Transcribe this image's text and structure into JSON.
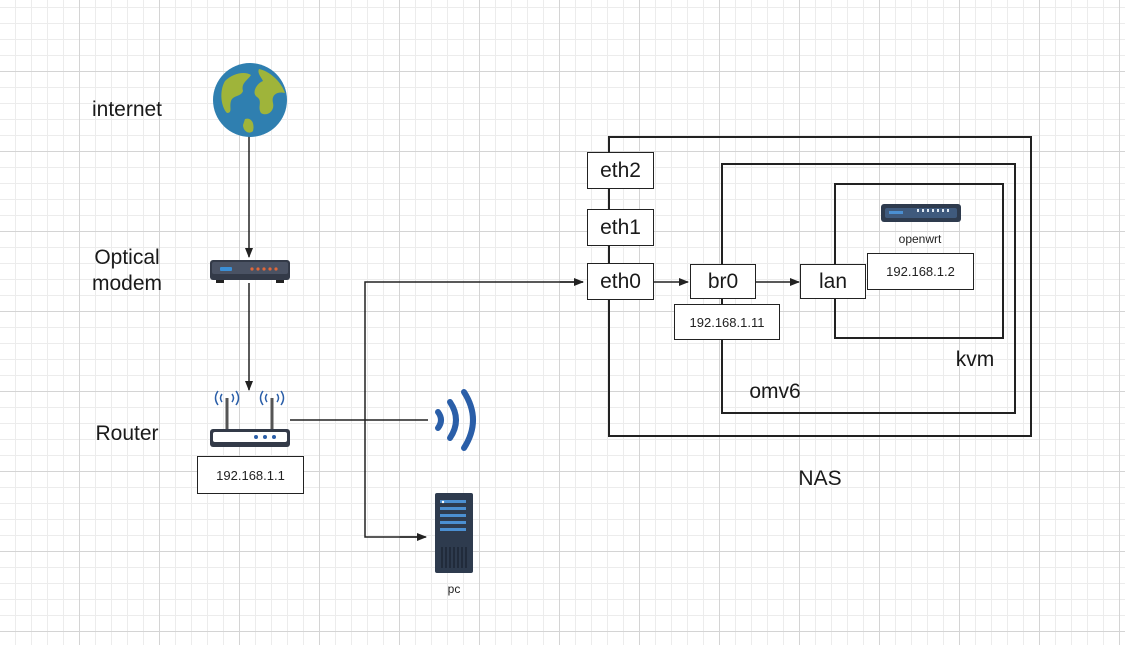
{
  "labels": {
    "internet": "internet",
    "optical_line1": "Optical",
    "optical_line2": "modem",
    "router": "Router",
    "router_ip": "192.168.1.1",
    "pc": "pc"
  },
  "nas": {
    "title": "NAS",
    "eth2": "eth2",
    "eth1": "eth1",
    "eth0": "eth0",
    "omv": {
      "title": "omv6",
      "br0": "br0",
      "br0_ip": "192.168.1.11"
    },
    "kvm": {
      "title": "kvm",
      "lan": "lan",
      "openwrt": "openwrt",
      "openwrt_ip": "192.168.1.2"
    }
  },
  "icons": [
    "globe-icon",
    "modem-icon",
    "router-icon",
    "wifi-signal-icon",
    "server-tower-icon",
    "switch-icon"
  ],
  "colors": {
    "globe_ocean": "#2f7fb0",
    "globe_land": "#9fb43a",
    "device_dark": "#333a48",
    "wifi_blue": "#2a5ea8",
    "pc_body": "#2e3b4e"
  }
}
